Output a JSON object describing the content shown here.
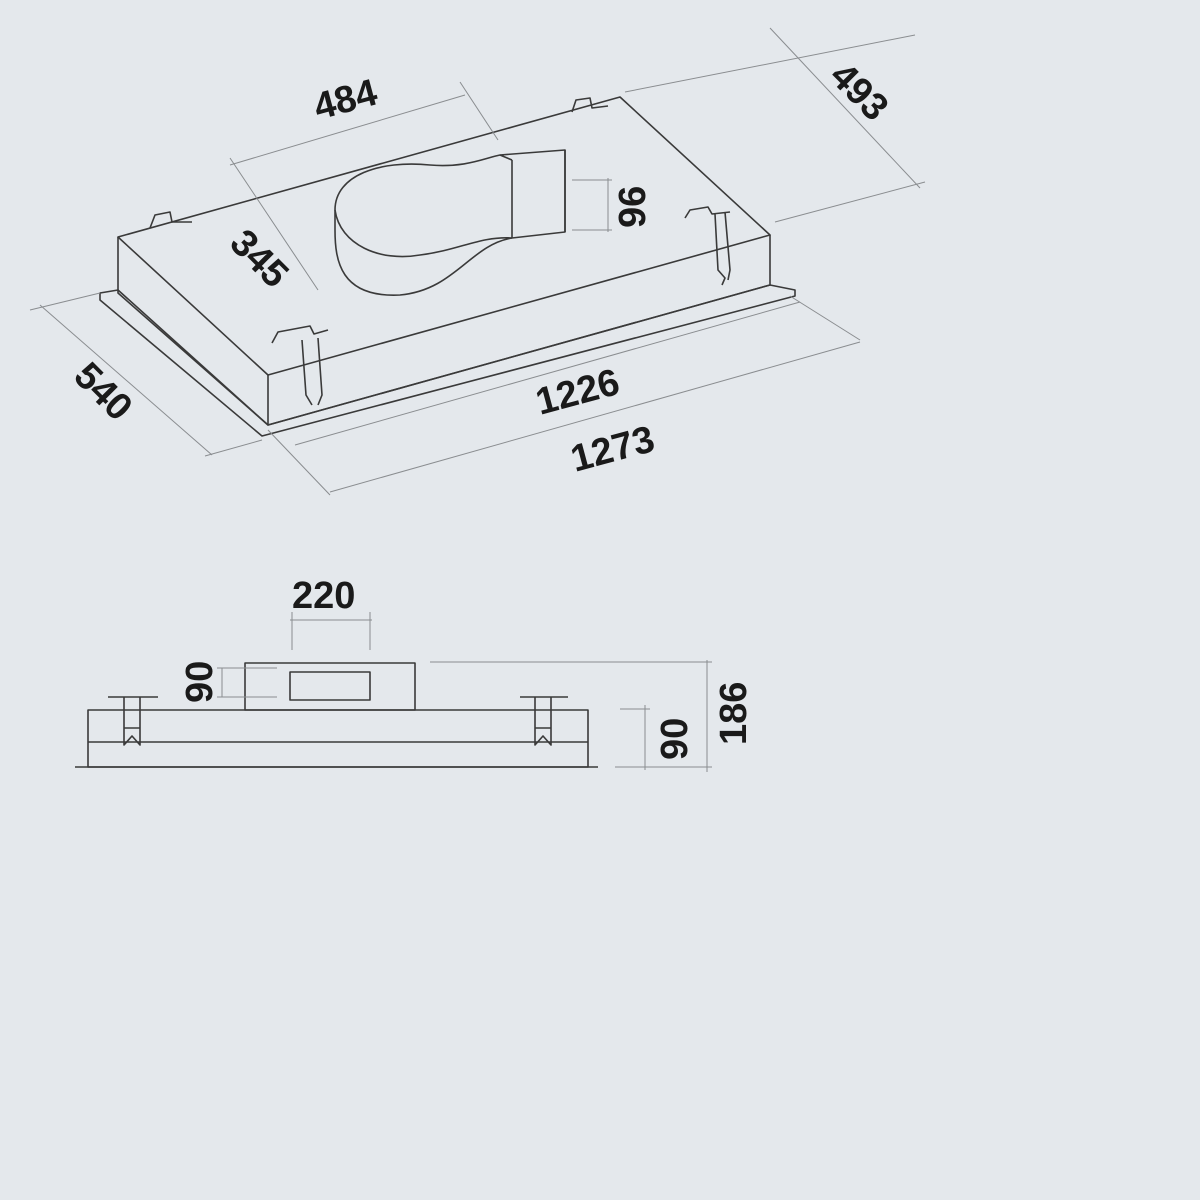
{
  "top_view": {
    "dimensions": {
      "duct_width": "484",
      "depth_top": "493",
      "duct_height": "96",
      "duct_offset": "345",
      "flange_depth": "540",
      "body_length": "1226",
      "flange_length": "1273"
    }
  },
  "side_view": {
    "dimensions": {
      "outlet_width": "220",
      "outlet_height": "90",
      "body_height": "90",
      "total_height": "186"
    }
  },
  "colors": {
    "background": "#e4e8ec",
    "line": "#3a3a3a",
    "dimension_line": "#8a8d90"
  }
}
